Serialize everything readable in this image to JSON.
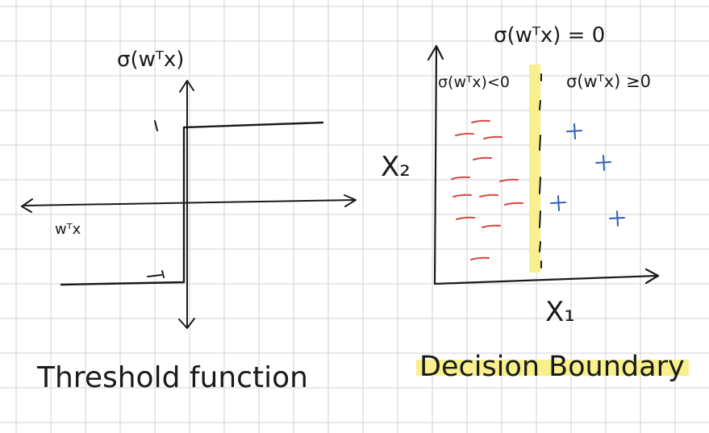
{
  "left_plot": {
    "y_label": "σ(wᵀx)",
    "x_label": "wᵀx",
    "tick_upper": "1",
    "tick_lower": "-1",
    "caption": "Threshold function"
  },
  "right_plot": {
    "boundary_label": "σ(wᵀx) = 0",
    "region_left_label": "σ(wᵀx)<0",
    "region_right_label": "σ(wᵀx) ≥0",
    "y_label": "X₂",
    "x_label": "X₁",
    "caption": "Decision Boundary",
    "negative_symbol": "–",
    "positive_symbol": "+"
  },
  "colors": {
    "ink": "#1a1a1a",
    "grid": "#d2d2d2",
    "negative_marks": "#d9453c",
    "positive_marks": "#2e5fb8",
    "highlight": "#f7f08c"
  }
}
